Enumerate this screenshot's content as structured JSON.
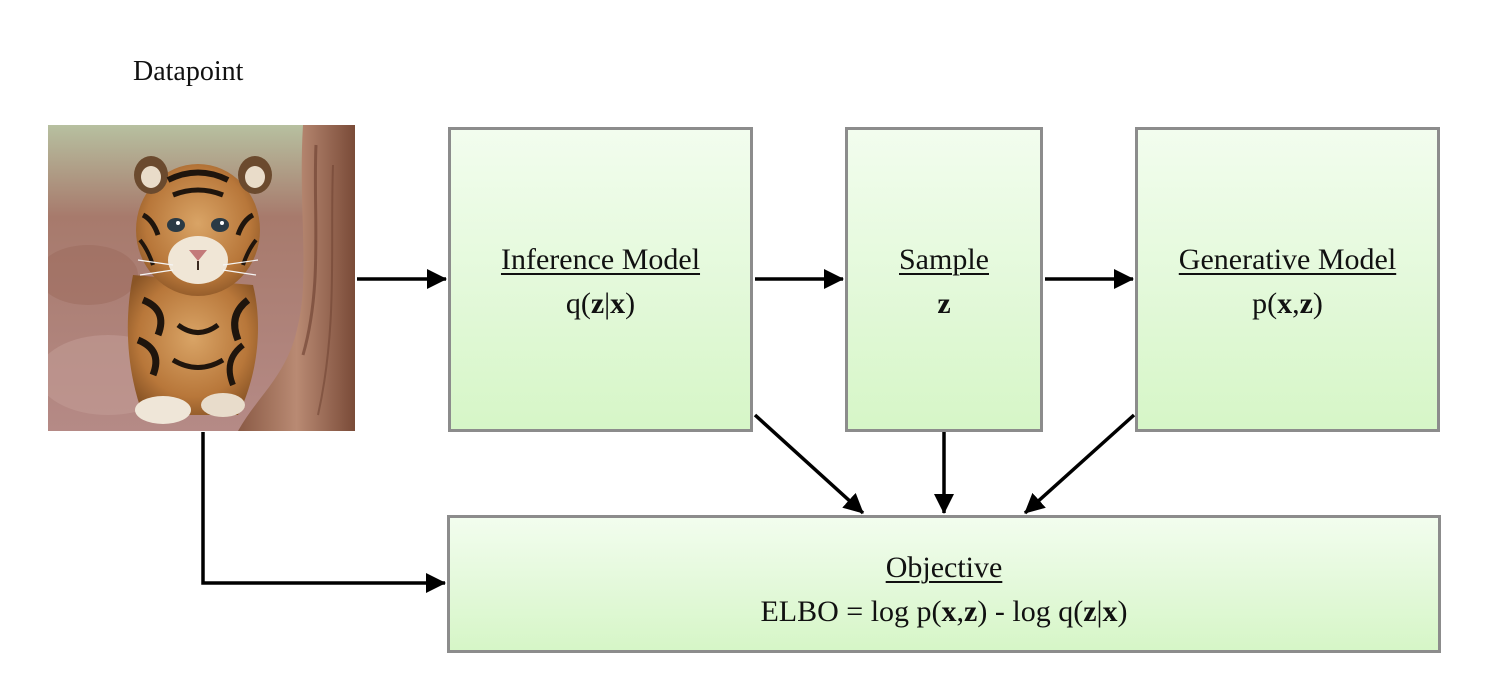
{
  "datapoint_label": "Datapoint",
  "inference": {
    "title": "Inference Model",
    "formula_pre": "q(",
    "formula_z": "z",
    "formula_bar": "|",
    "formula_x": "x",
    "formula_post": ")"
  },
  "sample": {
    "title": "Sample",
    "var": "z"
  },
  "generative": {
    "title": "Generative Model",
    "formula_pre": "p(",
    "formula_x": "x",
    "formula_comma": ",",
    "formula_z": "z",
    "formula_post": ")"
  },
  "objective": {
    "title": "Objective",
    "lhs": "ELBO = log p(",
    "x1": "x",
    "comma": ",",
    "z1": "z",
    "mid": ") - log q(",
    "z2": "z",
    "bar": "|",
    "x2": "x",
    "end": ")"
  },
  "colors": {
    "box_border": "#8c8c8c",
    "box_fill_top": "#f2fdee",
    "box_fill_bottom": "#d6f6c7",
    "arrow": "#000000"
  }
}
